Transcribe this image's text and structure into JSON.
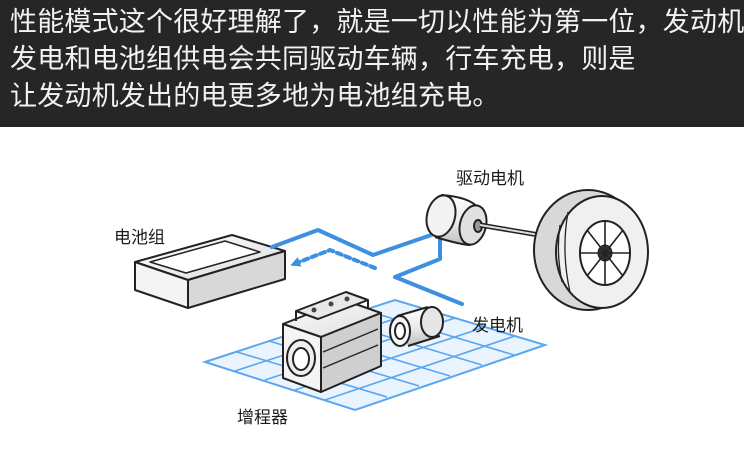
{
  "caption": {
    "lines": [
      "性能模式这个很好理解了，就是一切以性能为第一位，发动机",
      "发电和电池组供电会共同驱动车辆，行车充电，则是",
      "让发动机发出的电更多地为电池组充电。"
    ]
  },
  "labels": {
    "battery": "电池组",
    "drive_motor": "驱动电机",
    "generator": "发电机",
    "range_extender": "增程器"
  },
  "colors": {
    "caption_bg": "#262626",
    "caption_text": "#f2f2f2",
    "flow_arrow": "#3d8fe0",
    "grid": "#5aa6f0",
    "grid_fill": "#eaf4ff",
    "outline": "#222222"
  }
}
